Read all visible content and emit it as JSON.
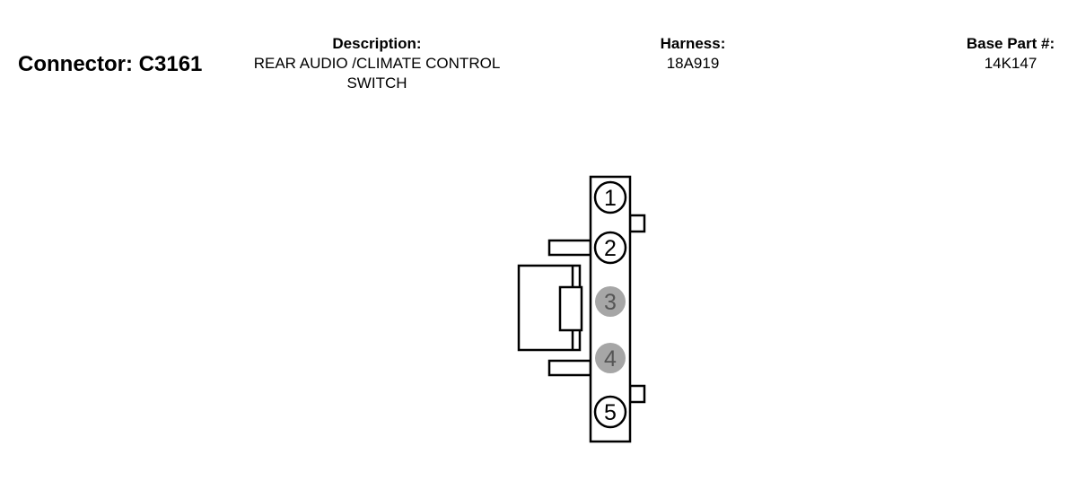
{
  "header": {
    "connector": "Connector: C3161",
    "description_label": "Description:",
    "description_line1": "REAR AUDIO /CLIMATE CONTROL",
    "description_line2": "SWITCH",
    "harness_label": "Harness:",
    "harness_value": "18A919",
    "base_part_label": "Base Part #:",
    "base_part_value": "14K147"
  },
  "pins": [
    {
      "label": "1",
      "populated": true
    },
    {
      "label": "2",
      "populated": true
    },
    {
      "label": "3",
      "populated": false
    },
    {
      "label": "4",
      "populated": false
    },
    {
      "label": "5",
      "populated": true
    }
  ],
  "colors": {
    "outline": "#000000",
    "empty_pin_fill": "#a6a6a6",
    "empty_pin_text": "#555555"
  }
}
